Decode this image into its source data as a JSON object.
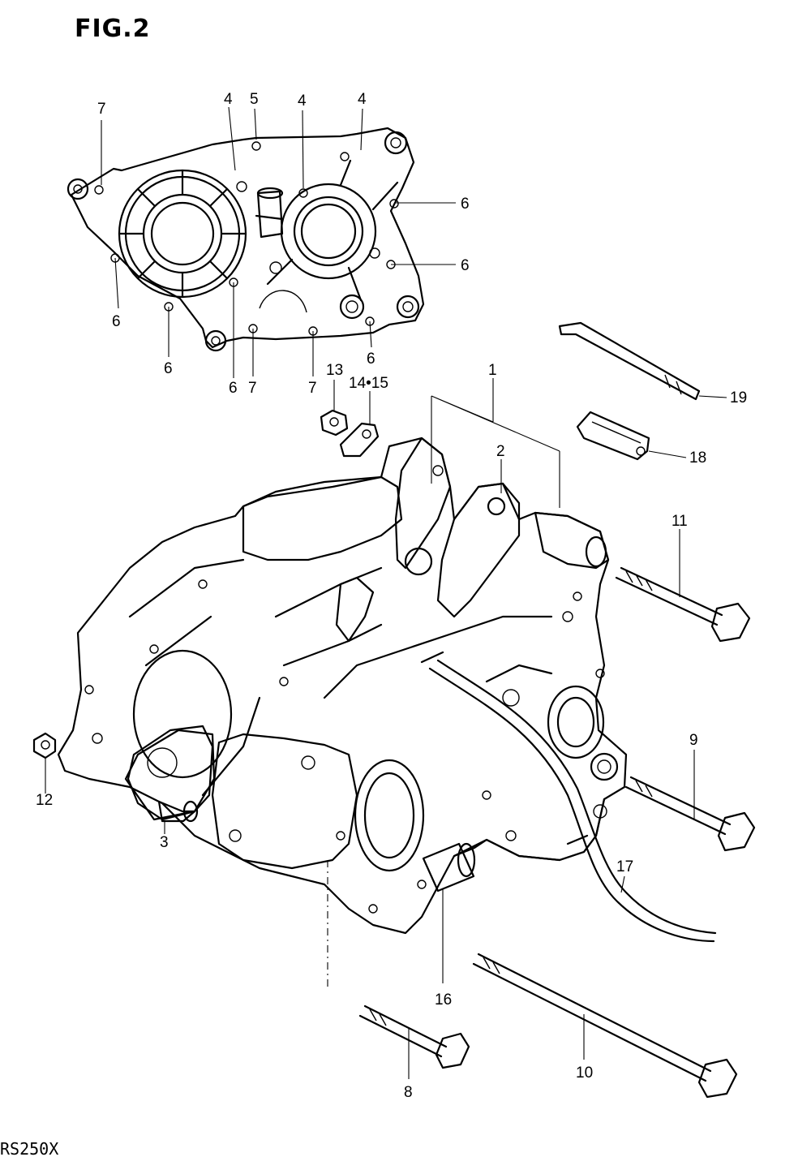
{
  "figure": {
    "title": "FIG.2",
    "model_code": "RS250X"
  },
  "callouts": [
    {
      "id": "c7a",
      "text": "7"
    },
    {
      "id": "c4a",
      "text": "4"
    },
    {
      "id": "c5",
      "text": "5"
    },
    {
      "id": "c4b",
      "text": "4"
    },
    {
      "id": "c4c",
      "text": "4"
    },
    {
      "id": "c6a",
      "text": "6"
    },
    {
      "id": "c6b",
      "text": "6"
    },
    {
      "id": "c6c",
      "text": "6"
    },
    {
      "id": "c6d",
      "text": "6"
    },
    {
      "id": "c6e",
      "text": "6"
    },
    {
      "id": "c7b",
      "text": "7"
    },
    {
      "id": "c7c",
      "text": "7"
    },
    {
      "id": "c6f",
      "text": "6"
    },
    {
      "id": "c13",
      "text": "13"
    },
    {
      "id": "c1415",
      "text": "14•15"
    },
    {
      "id": "c1",
      "text": "1"
    },
    {
      "id": "c2",
      "text": "2"
    },
    {
      "id": "c19",
      "text": "19"
    },
    {
      "id": "c18",
      "text": "18"
    },
    {
      "id": "c11",
      "text": "11"
    },
    {
      "id": "c9",
      "text": "9"
    },
    {
      "id": "c12",
      "text": "12"
    },
    {
      "id": "c3",
      "text": "3"
    },
    {
      "id": "c17",
      "text": "17"
    },
    {
      "id": "c16",
      "text": "16"
    },
    {
      "id": "c8",
      "text": "8"
    },
    {
      "id": "c10",
      "text": "10"
    }
  ]
}
